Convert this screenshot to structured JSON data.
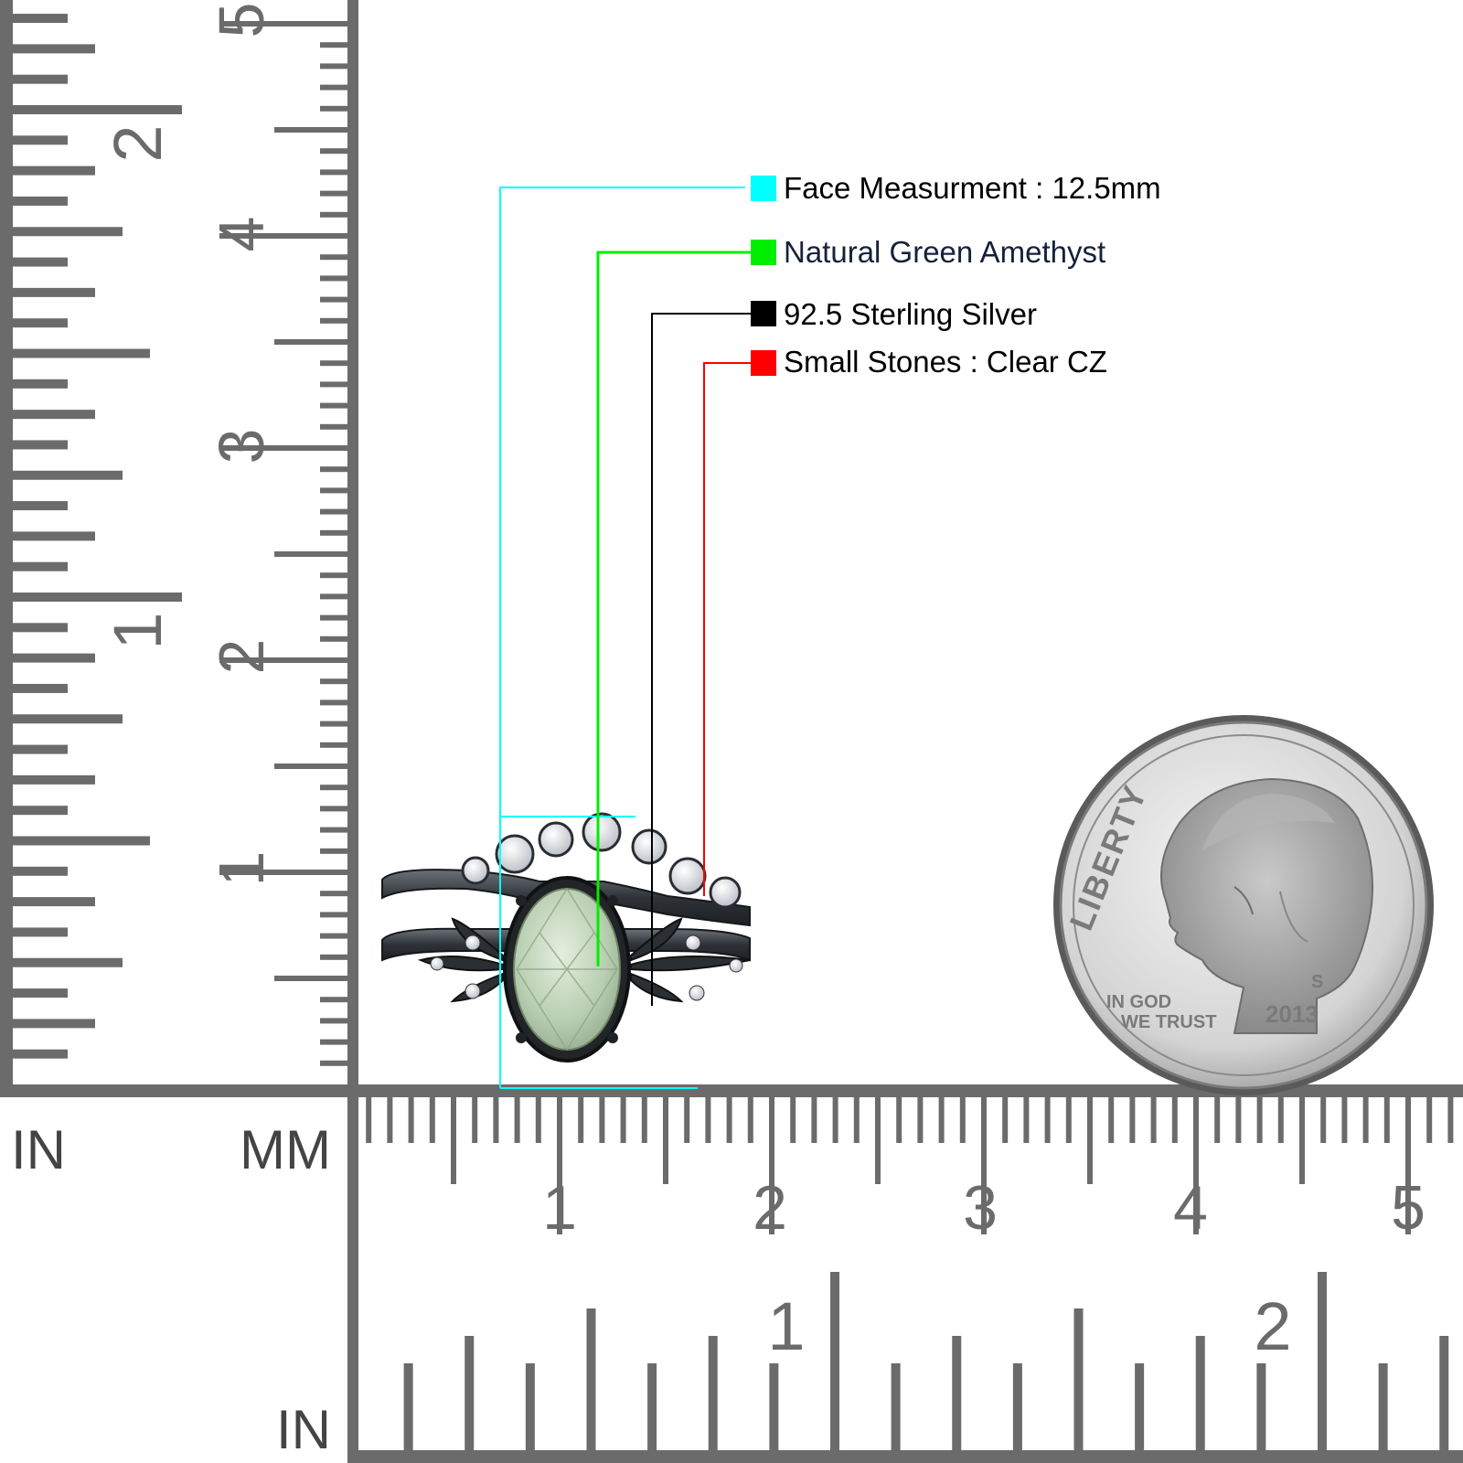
{
  "legend": [
    {
      "text": "Face Measurment : 12.5mm",
      "color": "#00ffff"
    },
    {
      "text": "Natural Green Amethyst",
      "color": "#00ee00"
    },
    {
      "text": "92.5 Sterling Silver",
      "color": "#000000"
    },
    {
      "text": "Small Stones : Clear CZ",
      "color": "#ff0000"
    }
  ],
  "ruler": {
    "left_unit_label": "IN",
    "mm_label": "MM",
    "bottom_unit_label": "IN",
    "vertical_inch_numbers": [
      "1",
      "2"
    ],
    "vertical_cm_numbers": [
      "1",
      "2",
      "3",
      "4",
      "5"
    ],
    "horizontal_cm_numbers": [
      "1",
      "2",
      "3",
      "4",
      "5"
    ],
    "horizontal_inch_numbers": [
      "1",
      "2"
    ],
    "color": "#6b6b6b"
  },
  "coin": {
    "motto_top": "LIBERTY",
    "motto_bottom_line1": "IN GOD",
    "motto_bottom_line2": "WE TRUST",
    "mint_mark": "S",
    "year": "2013"
  },
  "colors": {
    "metal": "#2f3338",
    "stone_main": "#c6d8bf",
    "cz": "#f2f4f7"
  }
}
